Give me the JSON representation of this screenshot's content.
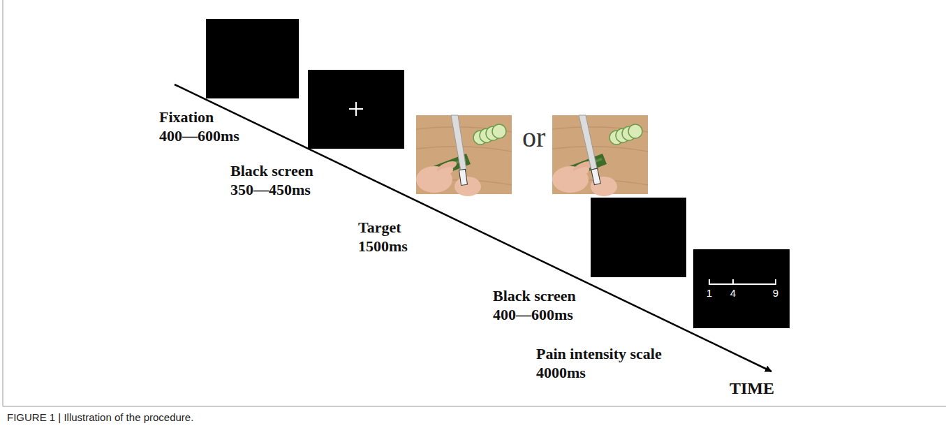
{
  "diagram": {
    "caption": "FIGURE 1 | Illustration of the procedure.",
    "nodes": [
      {
        "text": [
          "1",
          "4",
          "9"
        ]
      }
    ],
    "labels": [
      "Fixation",
      "400—600ms",
      "Black screen",
      "350—450ms",
      "or",
      "Target",
      "1500ms",
      "Black screen",
      "400—600ms",
      "Pain intensity scale",
      "4000ms",
      "TIME"
    ]
  }
}
